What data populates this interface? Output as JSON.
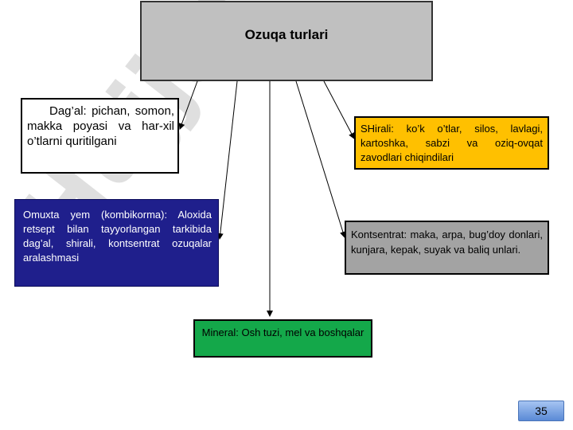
{
  "diagram": {
    "title": "Ozuqa turlari",
    "nodes": {
      "dagal": "Dag’al: pichan, somon, makka poyasi va har-xil o’tlarni quritilgani",
      "shirali": "SHirali: ko’k o’tlar, silos, lavlagi, kartoshka, sabzi va oziq-ovqat zavodlari chiqindilari",
      "omuxta": "Omuxta yem (kombikorma): Aloxida retsept bilan tayyorlangan tarkibida dag’al, shirali, kontsentrat ozuqalar aralashmasi",
      "kontsentrat": "Kontsentrat: maka, arpa, bug’doy donlari, kunjara, kepak, suyak va baliq unlari.",
      "mineral": "Mineral: Osh tuzi, mel va boshqalar"
    },
    "colors": {
      "title_box": "#c0c0c0",
      "shirali_box": "#ffc000",
      "omuxta_box": "#1f1f8c",
      "kontsentrat_box": "#a3a3a3",
      "mineral_box": "#14a84a"
    }
  },
  "watermark": "Hujjat.24",
  "page_number": "35"
}
